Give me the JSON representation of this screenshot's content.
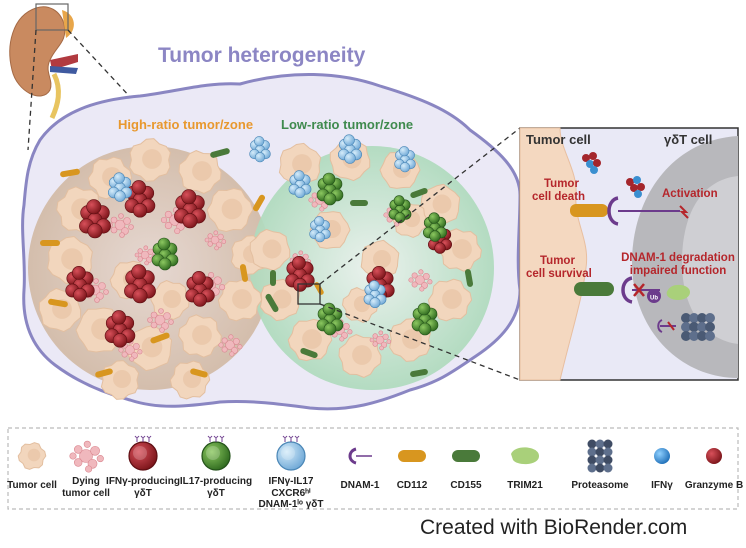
{
  "title": "Tumor heterogeneity",
  "zones": {
    "high": "High-ratio tumor/zone",
    "low": "Low-ratio tumor/zone"
  },
  "panel": {
    "tumor_cell": "Tumor cell",
    "gdt_cell": "γδT cell",
    "death": [
      "Tumor",
      "cell death"
    ],
    "survival": [
      "Tumor",
      "cell survival"
    ],
    "activation": "Activation",
    "degradation": [
      "DNAM-1 degradation",
      "impaired function"
    ],
    "ub": "Ub"
  },
  "legend": [
    {
      "id": "tumor-cell",
      "lines": [
        "Tumor cell"
      ]
    },
    {
      "id": "dying-tumor-cell",
      "lines": [
        "Dying",
        "tumor cell"
      ]
    },
    {
      "id": "ifng-gdt",
      "lines": [
        "IFNγ-producing",
        "γδT"
      ]
    },
    {
      "id": "il17-gdt",
      "lines": [
        "IL17-producing",
        "γδT"
      ]
    },
    {
      "id": "double-gdt",
      "lines": [
        "IFNγ-IL17",
        "CXCR6ʰⁱ",
        "DNAM-1ˡᵒ γδT"
      ]
    },
    {
      "id": "dnam1",
      "lines": [
        "DNAM-1"
      ]
    },
    {
      "id": "cd112",
      "lines": [
        "CD112"
      ]
    },
    {
      "id": "cd155",
      "lines": [
        "CD155"
      ]
    },
    {
      "id": "trim21",
      "lines": [
        "TRIM21"
      ]
    },
    {
      "id": "proteasome",
      "lines": [
        "Proteasome"
      ]
    },
    {
      "id": "ifng",
      "lines": [
        "IFNγ"
      ]
    },
    {
      "id": "granzyme-b",
      "lines": [
        "Granzyme B"
      ]
    }
  ],
  "credit": "Created with BioRender.com",
  "colors": {
    "title": "#8c86c4",
    "high_zone": "#e8982e",
    "low_zone": "#3f8a4e",
    "outline": "#8a86c2",
    "tumor_cell": "#f2d6bd",
    "dying_cell": "#f0b8bd",
    "ifng_cell": "#9e1f26",
    "il17_cell": "#4b8f2e",
    "double_cell": "#8fc3e6",
    "cd112": "#d8961f",
    "cd155": "#4a7a3a",
    "trim21": "#a9d07a",
    "dnam1": "#6c3b8c",
    "proteasome": "#4a5a74",
    "ifng_mol": "#3a8fd0",
    "granzyme": "#a4262c",
    "activation": "#b5262b"
  }
}
